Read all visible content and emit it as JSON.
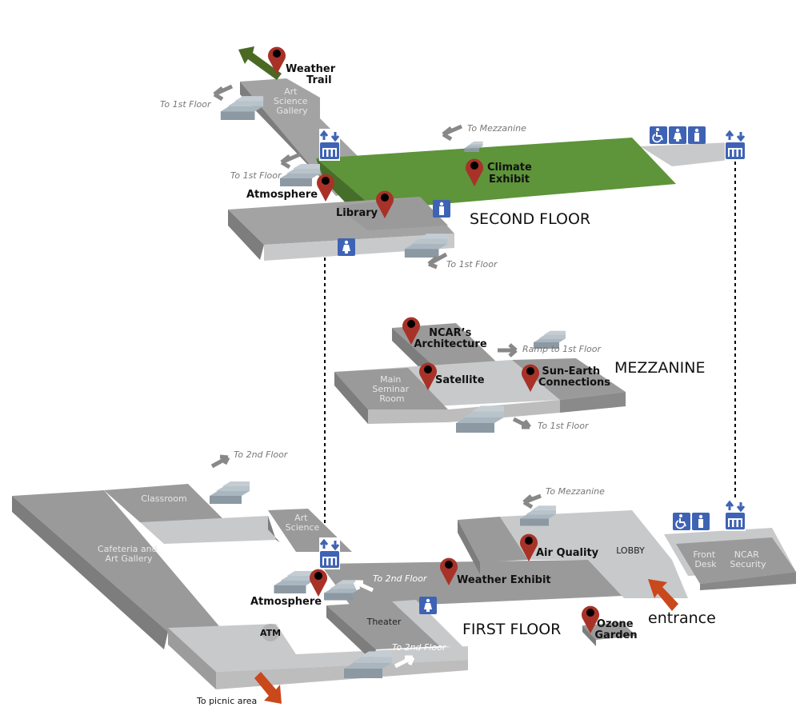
{
  "floors": {
    "second": {
      "label": "SECOND FLOOR",
      "rooms": {
        "gallery": [
          "Art",
          "Science",
          "Gallery"
        ]
      },
      "pois": {
        "weather_trail": [
          "Weather",
          "Trail"
        ],
        "climate_exhibit": [
          "Climate",
          "Exhibit"
        ],
        "atmosphere": "Atmosphere",
        "library": "Library"
      },
      "stairs": {
        "to_1st_a": "To 1st Floor",
        "to_1st_b": "To 1st Floor",
        "to_1st_c": "To 1st Floor",
        "to_mezz": "To Mezzanine"
      }
    },
    "mezzanine": {
      "label": "MEZZANINE",
      "rooms": {
        "seminar": [
          "Main",
          "Seminar",
          "Room"
        ]
      },
      "pois": {
        "architecture": [
          "NCAR’s",
          "Architecture"
        ],
        "satellite": "Satellite",
        "sun_earth": [
          "Sun-Earth",
          "Connections"
        ]
      },
      "stairs": {
        "ramp": "Ramp to 1st Floor",
        "to_1st": "To 1st Floor"
      }
    },
    "first": {
      "label": "FIRST FLOOR",
      "rooms": {
        "classroom": "Classroom",
        "cafeteria": [
          "Cafeteria and",
          "Art Gallery"
        ],
        "art_science": [
          "Art",
          "Science"
        ],
        "theater": "Theater",
        "lobby": "LOBBY",
        "front_desk": [
          "Front",
          "Desk"
        ],
        "security": [
          "NCAR",
          "Security"
        ],
        "atm": "ATM"
      },
      "pois": {
        "atmosphere": "Atmosphere",
        "weather_exhibit": "Weather Exhibit",
        "air_quality": "Air Quality",
        "ozone_garden": [
          "Ozone",
          "Garden"
        ]
      },
      "stairs": {
        "to_2nd_a": "To 2nd Floor",
        "to_2nd_b": "To 2nd Floor",
        "to_2nd_c": "To 2nd Floor",
        "to_mezz": "To Mezzanine"
      },
      "exits": {
        "entrance": "entrance",
        "picnic": "To picnic area"
      }
    }
  },
  "colors": {
    "pin": "#a83228",
    "exhibit_green": "#5e943a",
    "trail_arrow": "#4a6a24",
    "entrance_arrow": "#c9481c",
    "icon_blue": "#3f63b4",
    "floor_dark": "#9a9a9a",
    "floor_light": "#c8c9cb"
  }
}
